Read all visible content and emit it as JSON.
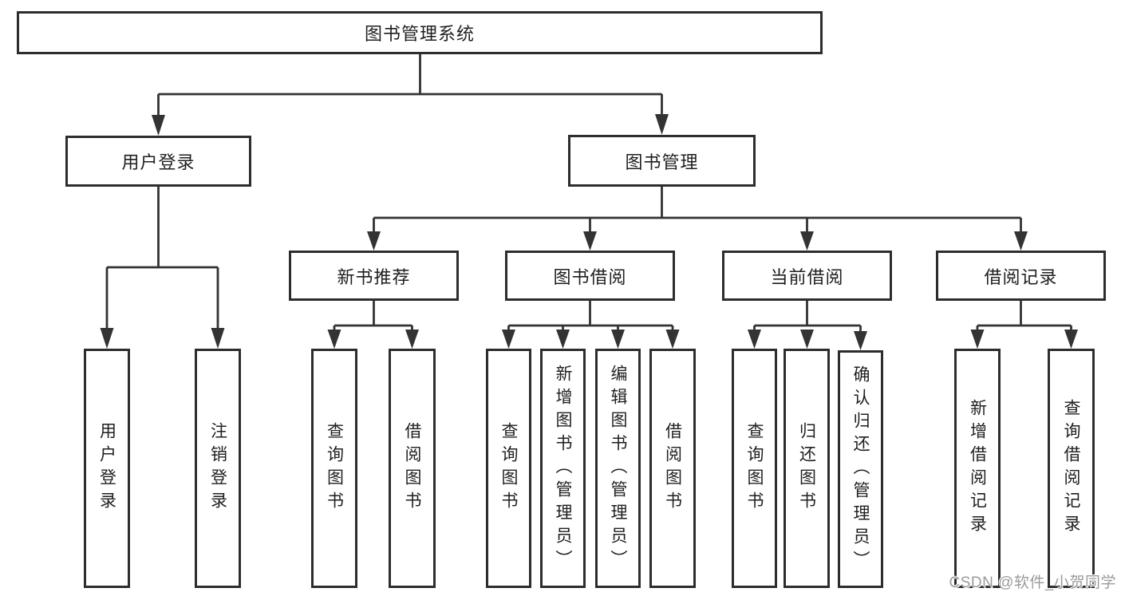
{
  "tree": {
    "root": {
      "label": "图书管理系统"
    },
    "level2": [
      {
        "label": "用户登录",
        "children": [
          {
            "label": "用户登录"
          },
          {
            "label": "注销登录"
          }
        ]
      },
      {
        "label": "图书管理",
        "children": [
          {
            "label": "新书推荐",
            "children": [
              {
                "label": "查询图书"
              },
              {
                "label": "借阅图书"
              }
            ]
          },
          {
            "label": "图书借阅",
            "children": [
              {
                "label": "查询图书"
              },
              {
                "label": "新增图书（管理员）"
              },
              {
                "label": "编辑图书（管理员）"
              },
              {
                "label": "借阅图书"
              }
            ]
          },
          {
            "label": "当前借阅",
            "children": [
              {
                "label": "查询图书"
              },
              {
                "label": "归还图书"
              },
              {
                "label": "确认归还（管理员）"
              }
            ]
          },
          {
            "label": "借阅记录",
            "children": [
              {
                "label": "新增借阅记录"
              },
              {
                "label": "查询借阅记录"
              }
            ]
          }
        ]
      }
    ]
  },
  "watermark": {
    "text": "CSDN @软件_小贺同学"
  },
  "colors": {
    "line": "#333333",
    "box_border": "#2d2d2d",
    "text": "#1f1f1f",
    "watermark": "#9b9b9b",
    "background": "#ffffff"
  }
}
